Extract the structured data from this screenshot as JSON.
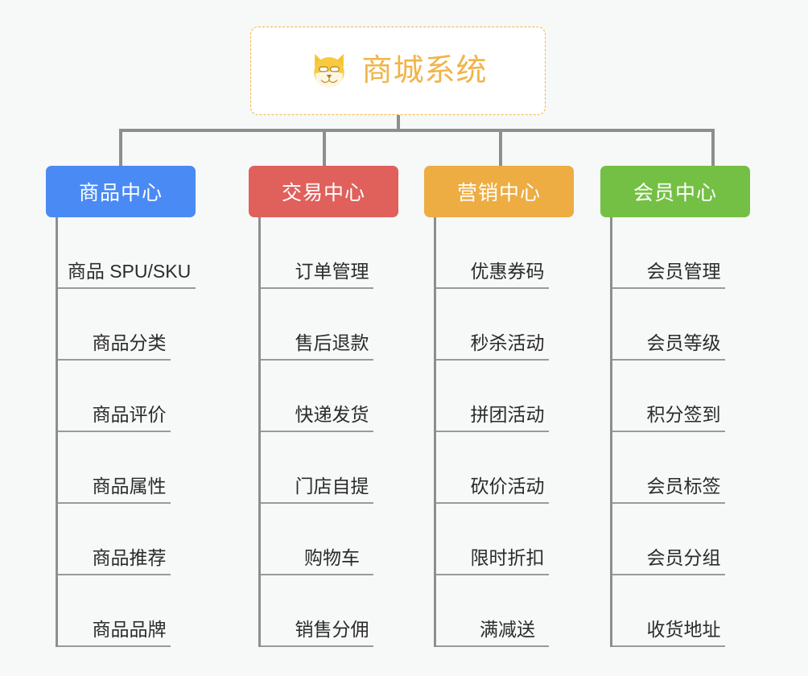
{
  "page": {
    "background_color": "#f7f8f8",
    "line_color": "#8e8e8e",
    "title": "商城系统"
  },
  "root": {
    "label": "商城系统",
    "icon": "shiba-dog-face-icon",
    "accent_color": "#f0b44a",
    "border_style": "dashed",
    "background_color": "#ffffff"
  },
  "categories": [
    {
      "label": "商品中心",
      "color": "#4a8af4",
      "items": [
        {
          "label": "商品 SPU/SKU"
        },
        {
          "label": "商品分类"
        },
        {
          "label": "商品评价"
        },
        {
          "label": "商品属性"
        },
        {
          "label": "商品推荐"
        },
        {
          "label": "商品品牌"
        }
      ]
    },
    {
      "label": "交易中心",
      "color": "#e0605c",
      "items": [
        {
          "label": "订单管理"
        },
        {
          "label": "售后退款"
        },
        {
          "label": "快递发货"
        },
        {
          "label": "门店自提"
        },
        {
          "label": "购物车"
        },
        {
          "label": "销售分佣"
        }
      ]
    },
    {
      "label": "营销中心",
      "color": "#edad43",
      "items": [
        {
          "label": "优惠券码"
        },
        {
          "label": "秒杀活动"
        },
        {
          "label": "拼团活动"
        },
        {
          "label": "砍价活动"
        },
        {
          "label": "限时折扣"
        },
        {
          "label": "满减送"
        }
      ]
    },
    {
      "label": "会员中心",
      "color": "#74c044",
      "items": [
        {
          "label": "会员管理"
        },
        {
          "label": "会员等级"
        },
        {
          "label": "积分签到"
        },
        {
          "label": "会员标签"
        },
        {
          "label": "会员分组"
        },
        {
          "label": "收货地址"
        }
      ]
    }
  ]
}
